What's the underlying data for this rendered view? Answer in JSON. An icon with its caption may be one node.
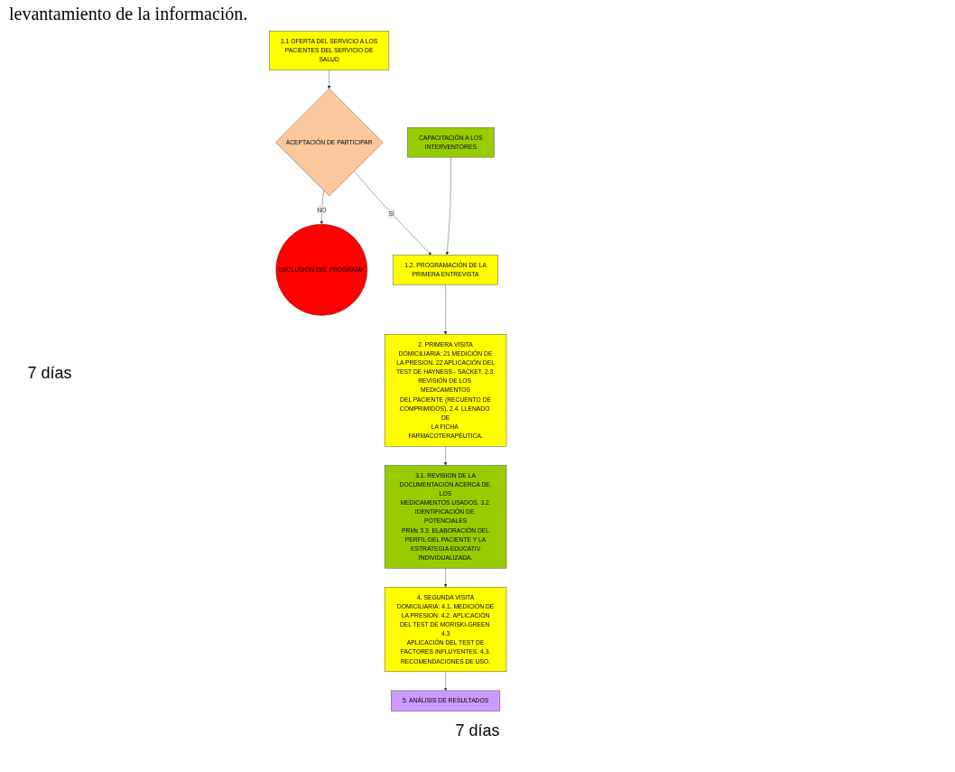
{
  "diagram": {
    "nodes": [
      {
        "text": [
          "1.1 OFERTA DEL SERVICIO A LOS PACIENTES DEL SERVICIO DE SALUD"
        ]
      },
      {
        "text": [
          "ACEPTACIÓN DE PARTICIPAR"
        ]
      },
      {
        "text": [
          "EXCLUSIÓN DEL PROGRAMA"
        ]
      },
      {
        "text": [
          "2. PRIMERA VISITA DOMICILIARIA: 21 MEDICIÓN DE LA PRESION. 22 APLICACIÓN DEL TEST DE HAYNESS - SACKET. 2.3. REVISIÓN DE LOS MEDICAMENTOS DEL PACIENTE (RECUENTO DE COMPRIMIDOS). 2.4. LLENADO DE LA FICHA FARMACOTERAPÉUTICA."
        ]
      },
      {
        "text": [
          "1.2. PROGRAMACIÓN DE LA PRIMERA ENTREVISTA"
        ]
      },
      {
        "text": [
          "CAPACITACIÓN A LOS INTERVENTORES"
        ]
      },
      {
        "text": [
          "3.1. REVISION DE LA DOCUMENTACIÓN ACERCA DE LOS MEDICAMENTOS USADOS. 3.2. IDENTIFICACIÓN DE POTENCIALES PRMs 3.3. ELABORACIÓN DEL PERFIL DEL PACIENTE Y LA ESTRATEGIA EDUCATIV INDIVIDUALIZADA."
        ]
      },
      {
        "text": [
          "4. SEGUNDA VISITA DOMICILIARIA: 4.1. MEDICIÓN DE LA PRESION. 4.2. APLICACIÓN DEL TEST DE MORISKI-GREEN 4.3 APLICACIÓN DEL TEST DE FACTORES INFLUYENTES. 4.3. RECOMENDACIONES DE USO."
        ]
      },
      {
        "text": [
          "5. ANÁLISIS DE RESULTADOS"
        ]
      }
    ],
    "edges": [
      {
        "from": 0,
        "to": 1,
        "arrow": "to"
      },
      {
        "from": 1,
        "to": 2,
        "arrow": "to",
        "label": "NO"
      },
      {
        "from": 1,
        "to": 4,
        "arrow": "to",
        "label": "SI"
      },
      {
        "from": 4,
        "to": 3,
        "arrow": "to"
      },
      {
        "from": 5,
        "to": 4,
        "arrow": "to"
      },
      {
        "from": 3,
        "to": 6,
        "arrow": "to"
      },
      {
        "from": 6,
        "to": 7,
        "arrow": "to"
      },
      {
        "from": 7,
        "to": 8,
        "arrow": "to"
      }
    ],
    "labels": [
      "levantamiento de la información.",
      "7 días",
      "7 días"
    ]
  }
}
